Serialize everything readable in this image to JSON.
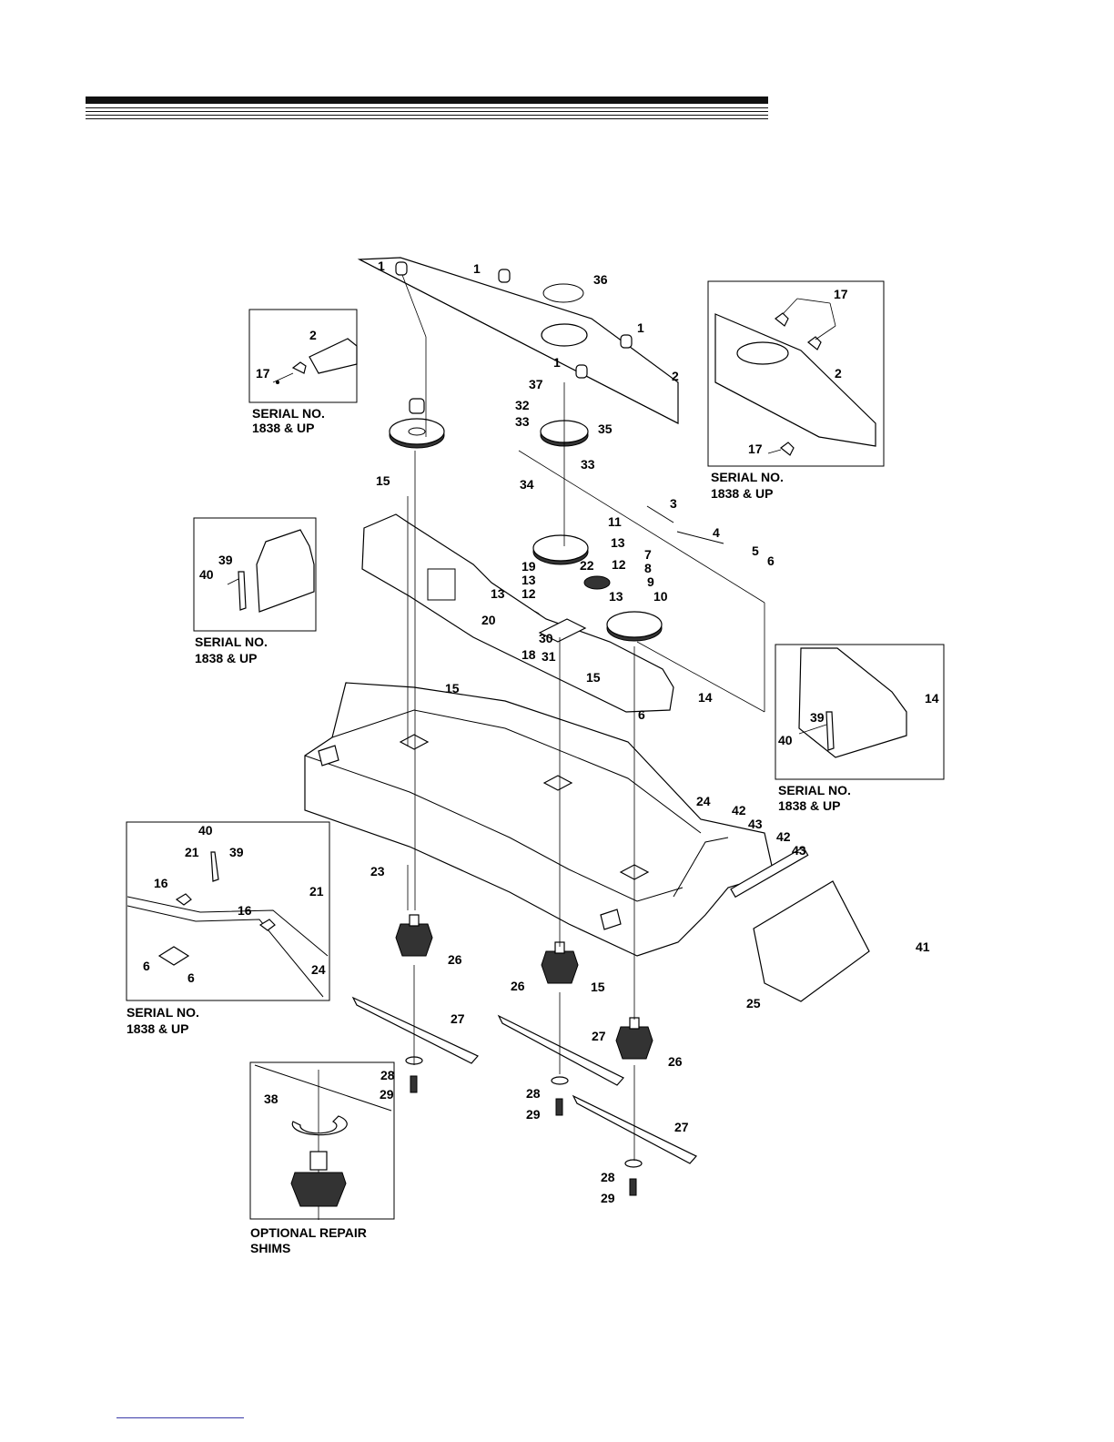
{
  "figure": {
    "callouts": [
      {
        "id": "c1a",
        "text": "1"
      },
      {
        "id": "c1b",
        "text": "1"
      },
      {
        "id": "c1c",
        "text": "1"
      },
      {
        "id": "c1d",
        "text": "1"
      },
      {
        "id": "c36",
        "text": "36"
      },
      {
        "id": "c2",
        "text": "2"
      },
      {
        "id": "c37",
        "text": "37"
      },
      {
        "id": "c32",
        "text": "32"
      },
      {
        "id": "c33a",
        "text": "33"
      },
      {
        "id": "c35",
        "text": "35"
      },
      {
        "id": "c33b",
        "text": "33"
      },
      {
        "id": "c34",
        "text": "34"
      },
      {
        "id": "c15a",
        "text": "15"
      },
      {
        "id": "c3",
        "text": "3"
      },
      {
        "id": "c4",
        "text": "4"
      },
      {
        "id": "c5",
        "text": "5"
      },
      {
        "id": "c6a",
        "text": "6"
      },
      {
        "id": "c11",
        "text": "11"
      },
      {
        "id": "c13a",
        "text": "13"
      },
      {
        "id": "c7",
        "text": "7"
      },
      {
        "id": "c8",
        "text": "8"
      },
      {
        "id": "c9",
        "text": "9"
      },
      {
        "id": "c10",
        "text": "10"
      },
      {
        "id": "c19",
        "text": "19"
      },
      {
        "id": "c13b",
        "text": "13"
      },
      {
        "id": "c12a",
        "text": "12"
      },
      {
        "id": "c22",
        "text": "22"
      },
      {
        "id": "c12b",
        "text": "12"
      },
      {
        "id": "c13c",
        "text": "13"
      },
      {
        "id": "c13d",
        "text": "13"
      },
      {
        "id": "c20",
        "text": "20"
      },
      {
        "id": "c30",
        "text": "30"
      },
      {
        "id": "c18",
        "text": "18"
      },
      {
        "id": "c31",
        "text": "31"
      },
      {
        "id": "c15b",
        "text": "15"
      },
      {
        "id": "c15c",
        "text": "15"
      },
      {
        "id": "c6b",
        "text": "6"
      },
      {
        "id": "c14",
        "text": "14"
      },
      {
        "id": "c24",
        "text": "24"
      },
      {
        "id": "c42a",
        "text": "42"
      },
      {
        "id": "c43a",
        "text": "43"
      },
      {
        "id": "c42b",
        "text": "42"
      },
      {
        "id": "c43b",
        "text": "43"
      },
      {
        "id": "c23",
        "text": "23"
      },
      {
        "id": "c41",
        "text": "41"
      },
      {
        "id": "c26a",
        "text": "26"
      },
      {
        "id": "c26b",
        "text": "26"
      },
      {
        "id": "c15d",
        "text": "15"
      },
      {
        "id": "c26c",
        "text": "26"
      },
      {
        "id": "c25",
        "text": "25"
      },
      {
        "id": "c27a",
        "text": "27"
      },
      {
        "id": "c27b",
        "text": "27"
      },
      {
        "id": "c27c",
        "text": "27"
      },
      {
        "id": "c28a",
        "text": "28"
      },
      {
        "id": "c29a",
        "text": "29"
      },
      {
        "id": "c28b",
        "text": "28"
      },
      {
        "id": "c29b",
        "text": "29"
      },
      {
        "id": "c28c",
        "text": "28"
      },
      {
        "id": "c29c",
        "text": "29"
      }
    ]
  },
  "insets": {
    "top_left": {
      "callouts": [
        "2",
        "17"
      ],
      "caption_line1": "SERIAL NO.",
      "caption_line2": "1838 & UP"
    },
    "top_right": {
      "callouts": [
        "17",
        "2",
        "17"
      ],
      "caption_line1": "SERIAL NO.",
      "caption_line2": "1838 & UP"
    },
    "mid_left": {
      "callouts": [
        "39",
        "40"
      ],
      "caption_line1": "SERIAL NO.",
      "caption_line2": "1838 & UP"
    },
    "mid_right": {
      "callouts": [
        "14",
        "39",
        "40"
      ],
      "caption_line1": "SERIAL NO.",
      "caption_line2": "1838 & UP"
    },
    "lower_left": {
      "callouts": [
        "40",
        "21",
        "39",
        "16",
        "16",
        "21",
        "6",
        "6",
        "24"
      ],
      "caption_line1": "SERIAL NO.",
      "caption_line2": "1838 & UP"
    },
    "shims": {
      "callouts": [
        "38"
      ],
      "caption_line1": "OPTIONAL REPAIR",
      "caption_line2": "SHIMS"
    }
  }
}
